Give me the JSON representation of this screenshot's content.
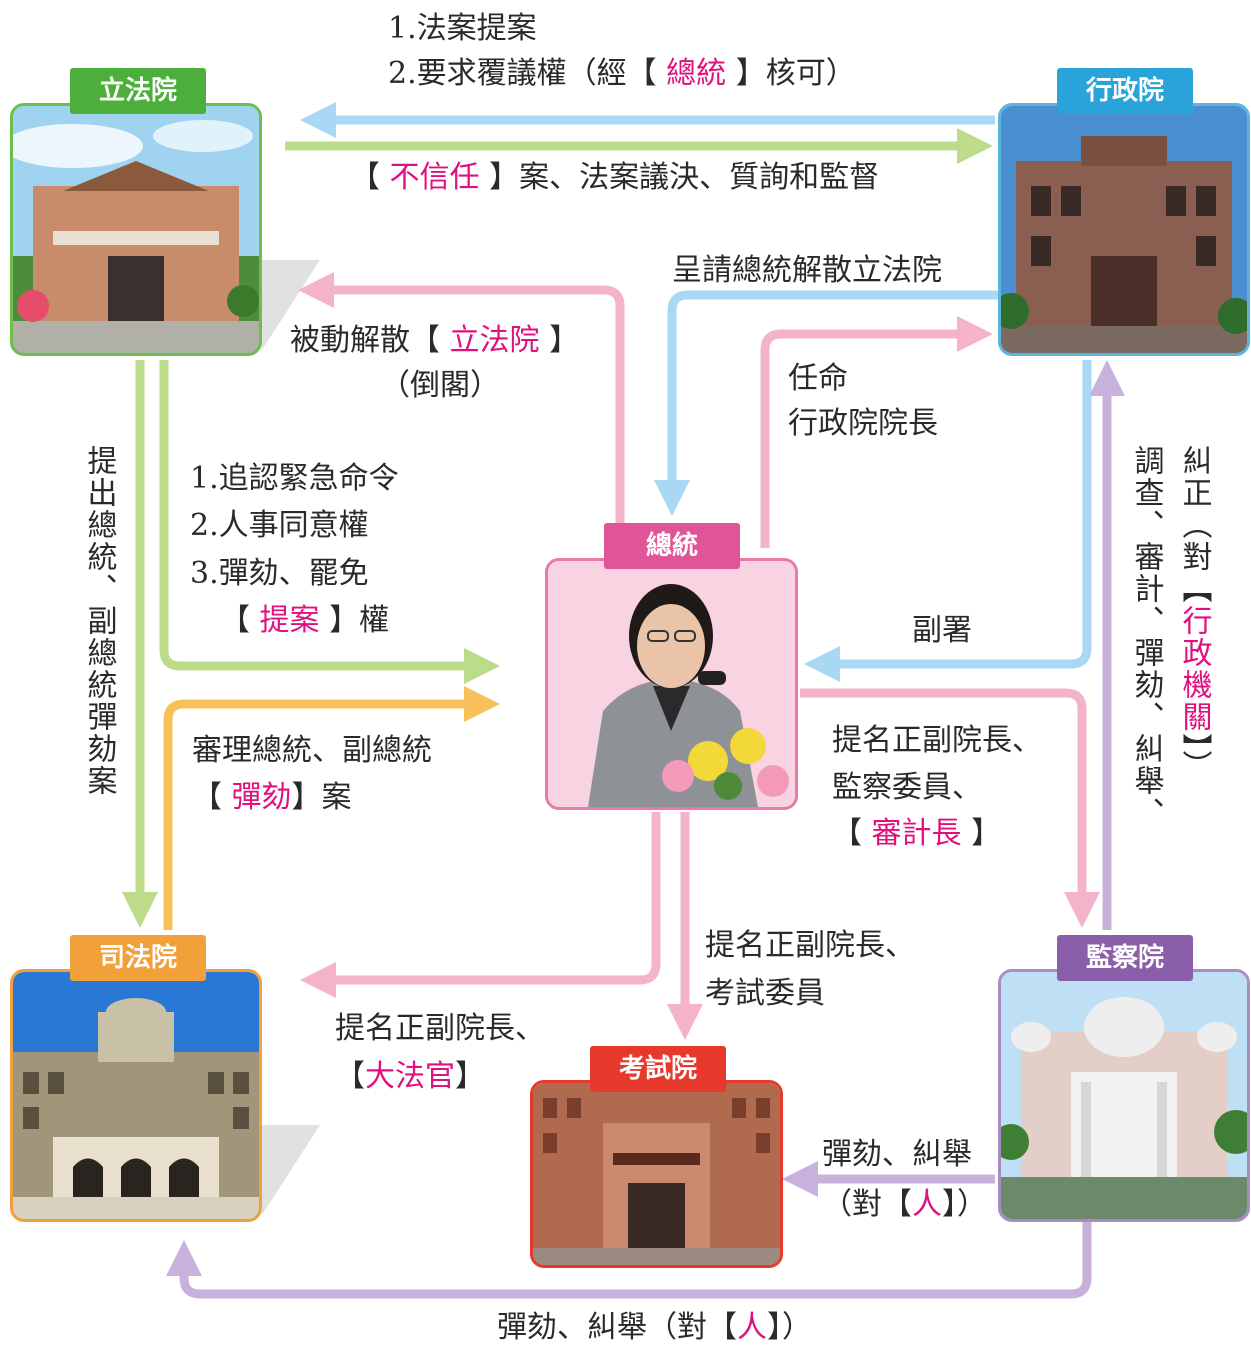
{
  "branches": {
    "legislative": {
      "label": "立法院",
      "color": "#4caf3c"
    },
    "executive": {
      "label": "行政院",
      "color": "#2aa3db"
    },
    "president": {
      "label": "總統",
      "color": "#e05597"
    },
    "judicial": {
      "label": "司法院",
      "color": "#f2a03a"
    },
    "control": {
      "label": "監察院",
      "color": "#8a5ea8"
    },
    "examination": {
      "label": "考試院",
      "color": "#e6392b"
    }
  },
  "relations": {
    "exec_to_leg": {
      "line1": "1.法案提案",
      "line2_pre": "2.要求覆議權（經【 ",
      "line2_hl": "總統",
      "line2_post": " 】核可）"
    },
    "leg_to_exec": {
      "pre": "【 ",
      "hl": "不信任",
      "post": " 】案、法案議決、質詢和監督"
    },
    "exec_request_dissolve": {
      "text": "呈請總統解散立法院"
    },
    "pres_dissolve_leg": {
      "pre": "被動解散【 ",
      "hl": "立法院",
      "post": " 】",
      "line2": "（倒閣）"
    },
    "pres_appoint_premier": {
      "line1": "任命",
      "line2": "行政院院長"
    },
    "leg_to_pres": {
      "line1": "1.追認緊急命令",
      "line2": "2.人事同意權",
      "line3": "3.彈劾、罷免",
      "line4_pre": "【 ",
      "line4_hl": "提案",
      "line4_post": " 】權"
    },
    "exec_countersign": {
      "text": "副署"
    },
    "judicial_to_pres": {
      "line1": "審理總統、副總統",
      "line2_pre": "【 ",
      "line2_hl": "彈劾",
      "line2_post": "】案"
    },
    "leg_to_judicial": {
      "text": "提出總統、副總統彈劾案"
    },
    "pres_to_control": {
      "line1": "提名正副院長、",
      "line2": "監察委員、",
      "line3_pre": "【 ",
      "line3_hl": "審計長",
      "line3_post": " 】"
    },
    "control_to_exec": {
      "col1": "糾正（對【",
      "col1_hl": "行政機關",
      "col1_post": "】）",
      "col2": "調查、審計、彈劾、糾舉、"
    },
    "pres_to_exam": {
      "line1": "提名正副院長、",
      "line2": "考試委員"
    },
    "pres_to_judicial": {
      "line1": "提名正副院長、",
      "line2_pre": "【",
      "line2_hl": "大法官",
      "line2_post": "】"
    },
    "control_to_exam": {
      "line1": "彈劾、糾舉",
      "line2_pre": "（對【",
      "line2_hl": "人",
      "line2_post": "】）"
    },
    "control_to_judicial": {
      "pre": "彈劾、糾舉（對【",
      "hl": "人",
      "post": "】）"
    }
  }
}
